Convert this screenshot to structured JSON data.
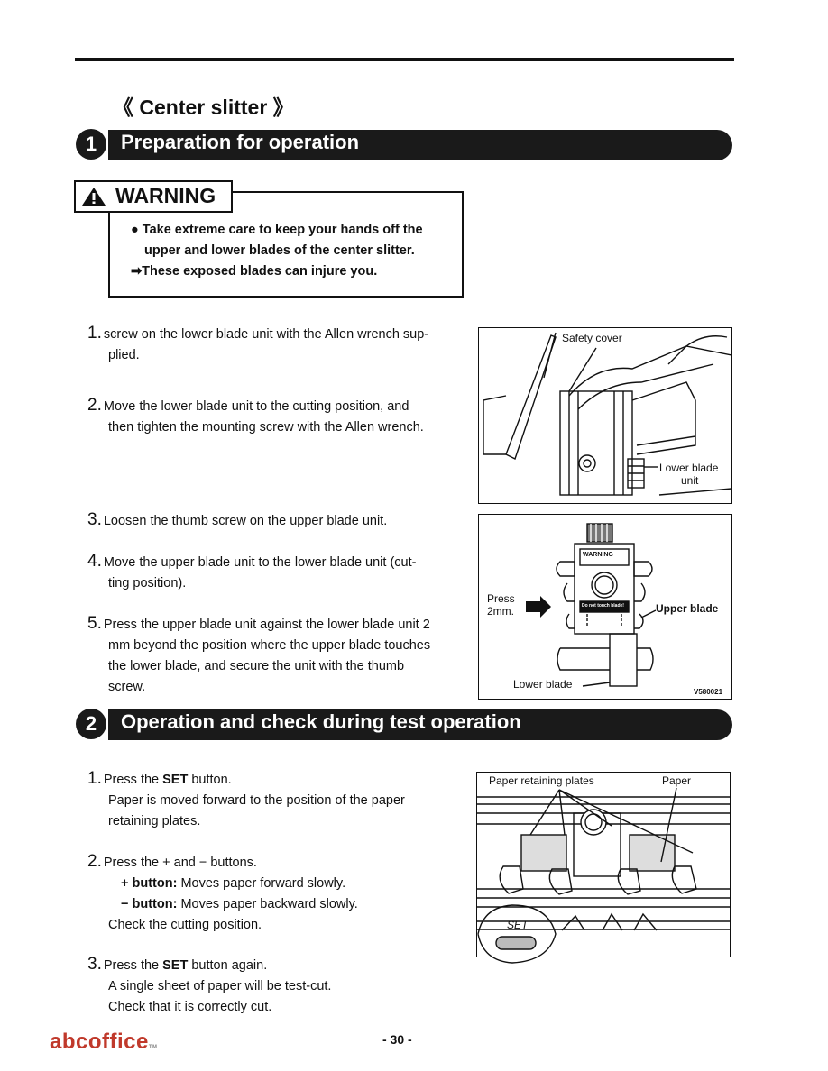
{
  "section_title": "《 Center slitter 》",
  "section1": {
    "number": "1",
    "title": "Preparation for operation"
  },
  "warning": {
    "label": "WARNING",
    "line1": "● Take extreme care to keep your hands off the",
    "line2": "upper and lower blades of the center slitter.",
    "line3": "➡These exposed blades can injure you."
  },
  "steps1": [
    {
      "num": "1.",
      "l1": "screw on the lower blade unit with the Allen wrench sup-",
      "l2": "plied."
    },
    {
      "num": "2.",
      "l1": "Move the lower blade unit to the cutting position, and",
      "l2": "then tighten the mounting screw with the Allen wrench."
    },
    {
      "num": "3.",
      "l1": "Loosen the thumb screw on the upper blade unit."
    },
    {
      "num": "4.",
      "l1": "Move the upper blade unit to the lower blade unit (cut-",
      "l2": "ting position)."
    },
    {
      "num": "5.",
      "l1": "Press the upper blade unit against the lower blade unit 2",
      "l2": "mm beyond the position where the upper blade touches",
      "l3": "the lower blade, and secure the unit with the thumb",
      "l4": "screw."
    }
  ],
  "fig1": {
    "safety_cover": "Safety cover",
    "lower_blade_1": "Lower blade",
    "lower_blade_2": "unit"
  },
  "fig2": {
    "warning_tag": "WARNING",
    "press_1": "Press",
    "press_2": "2mm.",
    "upper_blade": "Upper blade",
    "lower_blade": "Lower blade",
    "code": "V580021",
    "sticker": "Do not touch blade!"
  },
  "section2": {
    "number": "2",
    "title": "Operation and check during test operation"
  },
  "steps2": {
    "s1_num": "1.",
    "s1_pre": "Press the ",
    "s1_bold": "SET",
    "s1_post": " button.",
    "s1_l2": "Paper is moved forward to the position of the paper",
    "s1_l3": "retaining plates.",
    "s2_num": "2.",
    "s2_l1": "Press the + and − buttons.",
    "s2_plus_bold": "+ button:",
    "s2_plus_text": " Moves paper forward slowly.",
    "s2_minus_bold": "− button:",
    "s2_minus_text": " Moves paper backward slowly.",
    "s2_l4": "Check the cutting position.",
    "s3_num": "3.",
    "s3_pre": "Press the ",
    "s3_bold": "SET",
    "s3_post": " button again.",
    "s3_l2": "A single sheet of paper will be test-cut.",
    "s3_l3": "Check that it is correctly cut."
  },
  "fig3": {
    "plates": "Paper retaining plates",
    "paper": "Paper",
    "set": "SET"
  },
  "footer": {
    "logo_abc": "abc",
    "logo_office": "office",
    "logo_tm": "TM",
    "page": "- 30 -"
  }
}
